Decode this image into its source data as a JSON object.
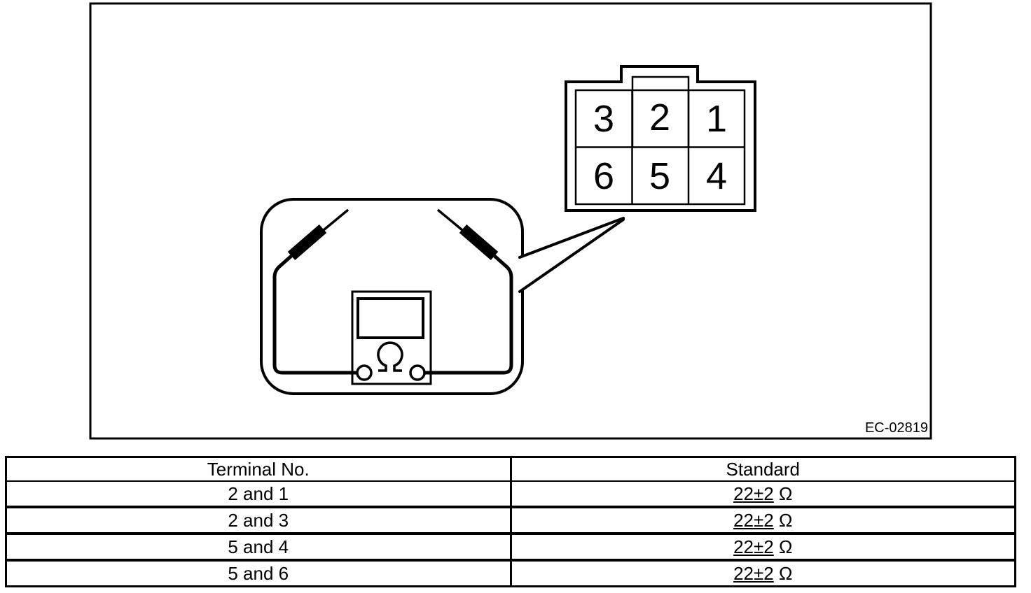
{
  "figure": {
    "code": "EC-02819",
    "connector": {
      "terminals": [
        "3",
        "2",
        "1",
        "6",
        "5",
        "4"
      ]
    },
    "ohmmeter": {
      "symbol": "Ω"
    }
  },
  "table": {
    "headers": {
      "terminal": "Terminal No.",
      "standard": "Standard"
    },
    "rows": [
      {
        "terminal": "2 and 1",
        "value": "22±2",
        "unit": "Ω"
      },
      {
        "terminal": "2 and 3",
        "value": "22±2",
        "unit": "Ω"
      },
      {
        "terminal": "5 and 4",
        "value": "22±2",
        "unit": "Ω"
      },
      {
        "terminal": "5 and 6",
        "value": "22±2",
        "unit": "Ω"
      }
    ]
  },
  "colors": {
    "ink": "#000000",
    "background": "#ffffff"
  }
}
